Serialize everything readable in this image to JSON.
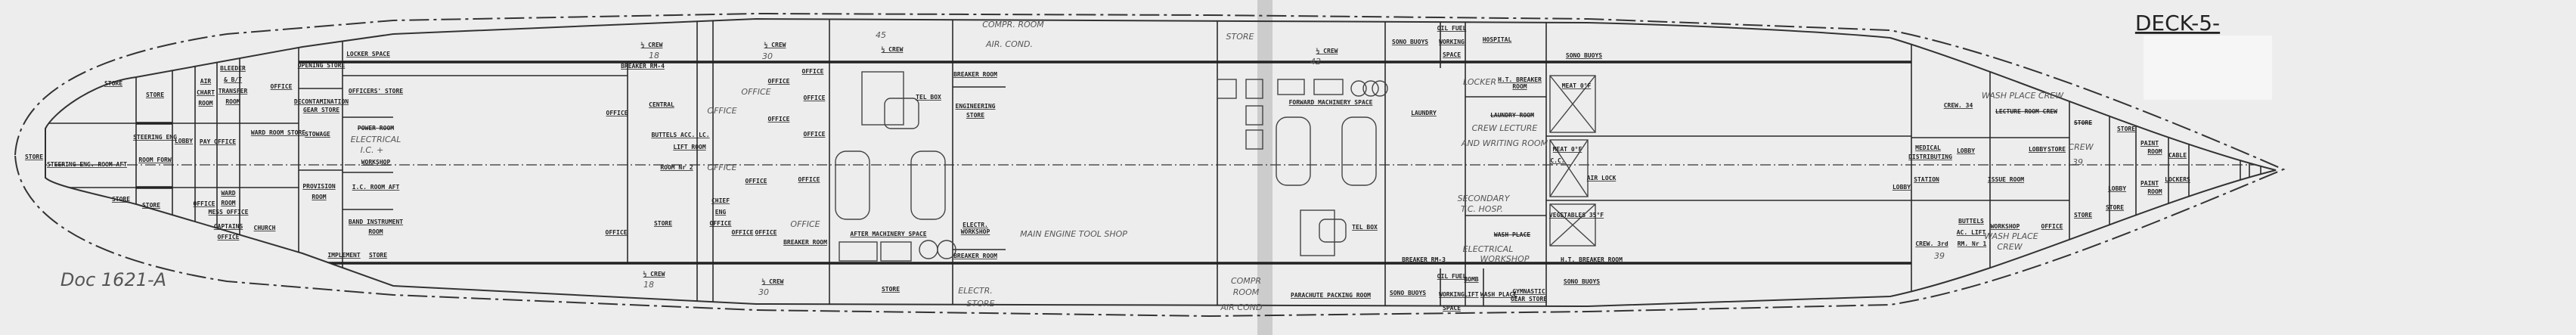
{
  "title": "DECK-5-",
  "doc_ref": "Doc 1621-A",
  "labels": [
    "STORE",
    "STEERING ENG. ROOM AFT",
    "STORE",
    "STORE",
    "STORE",
    "STORE",
    "STEERING ENG",
    "ROOM FORW",
    "LOBBY",
    "AIR",
    "CHART",
    "ROOM",
    "BLEEDER",
    "& B/T",
    "TRANSFER",
    "ROOM",
    "PAY OFFICE",
    "OFFICE",
    "WARD",
    "ROOM",
    "MESS OFFICE",
    "CAPTAINS",
    "OFFICE",
    "OFFICE",
    "WARD ROOM STORE",
    "CHURCH",
    "OPENING STORE",
    "DECONTAMINATION",
    "GEAR STORE",
    "STOWAGE",
    "PROVISION",
    "ROOM",
    "IMPLEMENT",
    "STORE",
    "LOCKER SPACE",
    "OFFICERS' STORE",
    "POWER ROOM",
    "ELECTRICAL",
    "I.C. +",
    "WORKSHOP",
    "I.C. ROOM AFT",
    "BAND INSTRUMENT",
    "ROOM",
    "½ CREW",
    "18",
    "BREAKER RM-4",
    "OFFICE",
    "CENTRAL",
    "BUTTELS ACC. LC.",
    "LIFT ROOM",
    "ROOM Nr 2",
    "STORE",
    "OFFICE",
    "½ CREW",
    "18",
    "½ CREW",
    "30",
    "OFFICE",
    "OFFICE",
    "OFFICE",
    "OFFICE",
    "OFFICE",
    "OFFICE",
    "OFFICE",
    "OFFICE",
    "OFFICE",
    "OFFICE",
    "CHIEF",
    "ENG",
    "OFFICE",
    "OFFICE",
    "OFFICE",
    "OFFICE",
    "BREAKER ROOM",
    "½ CREW",
    "30",
    "45",
    "½ CREW",
    "TEL BOX",
    "AFTER MACHINERY SPACE",
    "STORE",
    "COMPR. ROOM",
    "AIR. COND.",
    "BREAKER ROOM",
    "ENGINEERING",
    "STORE",
    "ELECTR.",
    "WORKSHOP",
    "BREAKER ROOM",
    "ELECTR.",
    "STORE",
    "MAIN ENGINE TOOL SHOP",
    "STORE",
    "½ CREW",
    "42",
    "FORWARD MACHINERY SPACE",
    "TEL BOX",
    "COMPR",
    "ROOM",
    "AIR COND",
    "PARACHUTE PACKING ROOM",
    "SONO BUOYS",
    "OIL FUEL",
    "WORKING",
    "SPACE",
    "HOSPITAL",
    "LAUNDRY",
    "LOCKER",
    "H.T. BREAKER",
    "ROOM",
    "LAUNDRY ROOM",
    "CREW LECTURE",
    "AND WRITING ROOM",
    "SECONDARY",
    "T.C. HOSP.",
    "WASH PLACE",
    "ELECTRICAL",
    "WORKSHOP",
    "BREAKER RM-3",
    "SONO BUOYS",
    "OIL FUEL",
    "WORKING",
    "SPACE",
    "BOMB",
    "LIFT",
    "WASH PLACE",
    "GYMNASTIC",
    "GEAR STORE",
    "SONO BUOYS",
    "MEAT 0°F",
    "MEAT 0°F",
    "C.C.",
    "AIR LOCK",
    "VEGETABLES 35°F",
    "H.T. BREAKER ROOM",
    "SONO BUOYS",
    "CREW. 34",
    "WASH PLACE CREW",
    "LECTURE ROOM CREW",
    "MEDICAL",
    "DISTRIBUTING",
    "STATION",
    "LOBBY",
    "ISSUE ROOM",
    "LOBBY",
    "STORE",
    "STORE",
    "CREW",
    "39",
    "STORE",
    "STORE",
    "STORE",
    "LOBBY",
    "PAINT",
    "ROOM",
    "PAINT",
    "ROOM",
    "CABLE",
    "LOCKERS",
    "LOBBY",
    "BUTTELS",
    "AC. LIFT",
    "RM. Nr 1",
    "WORKSHOP",
    "WASH PLACE",
    "CREW",
    "OFFICE",
    "CREW. 3rd",
    "39"
  ]
}
